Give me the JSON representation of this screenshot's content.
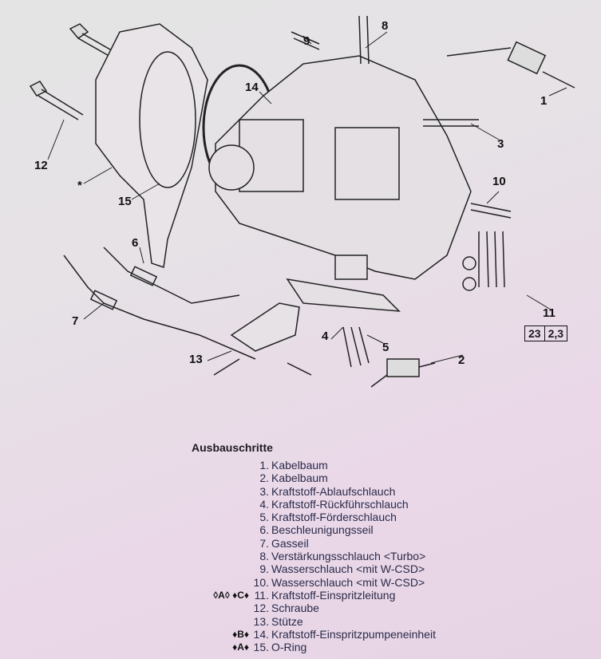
{
  "diagram": {
    "callouts": {
      "c1": "1",
      "c2": "2",
      "c3": "3",
      "c4": "4",
      "c5": "5",
      "c6": "6",
      "c7": "7",
      "c8": "8",
      "c9": "9",
      "c10": "10",
      "c11": "11",
      "c12": "12",
      "c13": "13",
      "c14": "14",
      "c15": "15",
      "star": "*"
    },
    "reference": {
      "page": "23",
      "section": "2,3"
    }
  },
  "steps": {
    "title": "Ausbauschritte",
    "items": [
      {
        "mark": "",
        "num": "1.",
        "label": "Kabelbaum"
      },
      {
        "mark": "",
        "num": "2.",
        "label": "Kabelbaum"
      },
      {
        "mark": "",
        "num": "3.",
        "label": "Kraftstoff-Ablaufschlauch"
      },
      {
        "mark": "",
        "num": "4.",
        "label": "Kraftstoff-Rückführschlauch"
      },
      {
        "mark": "",
        "num": "5.",
        "label": "Kraftstoff-Förderschlauch"
      },
      {
        "mark": "",
        "num": "6.",
        "label": "Beschleunigungsseil"
      },
      {
        "mark": "",
        "num": "7.",
        "label": "Gasseil"
      },
      {
        "mark": "",
        "num": "8.",
        "label": "Verstärkungsschlauch <Turbo>"
      },
      {
        "mark": "",
        "num": "9.",
        "label": "Wasserschlauch <mit W-CSD>"
      },
      {
        "mark": "",
        "num": "10.",
        "label": "Wasserschlauch <mit W-CSD>"
      },
      {
        "mark": "◊A◊ ♦C♦",
        "num": "11.",
        "label": "Kraftstoff-Einspritzleitung"
      },
      {
        "mark": "",
        "num": "12.",
        "label": "Schraube"
      },
      {
        "mark": "",
        "num": "13.",
        "label": "Stütze"
      },
      {
        "mark": "♦B♦",
        "num": "14.",
        "label": "Kraftstoff-Einspritzpumpeneinheit"
      },
      {
        "mark": "♦A♦",
        "num": "15.",
        "label": "O-Ring"
      }
    ]
  }
}
